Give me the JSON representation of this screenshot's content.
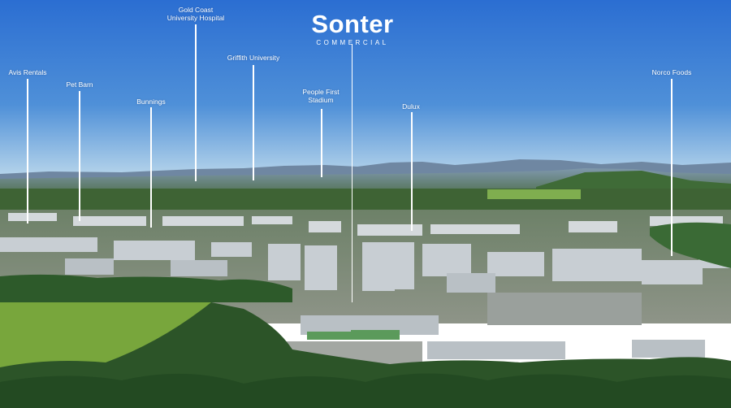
{
  "brand": {
    "name": "Sonter",
    "subtitle": "COMMERCIAL"
  },
  "landmarks": [
    {
      "line1": "Gold Coast",
      "line2": "University Hospital"
    },
    {
      "line1": "Griffith University",
      "line2": ""
    },
    {
      "line1": "Avis Rentals",
      "line2": ""
    },
    {
      "line1": "Pet Barn",
      "line2": ""
    },
    {
      "line1": "Bunnings",
      "line2": ""
    },
    {
      "line1": "People First",
      "line2": "Stadium"
    },
    {
      "line1": "Dulux",
      "line2": ""
    },
    {
      "line1": "Norco Foods",
      "line2": ""
    }
  ],
  "colors": {
    "sky_top": "#2c6fd1",
    "sky_horizon": "#a9cde8",
    "mountains": "#6f8aa4",
    "bush": "#2f5e2c",
    "grass": "#79a73d",
    "industrial_roofs": "#c9ced2",
    "label_text": "#ffffff"
  }
}
